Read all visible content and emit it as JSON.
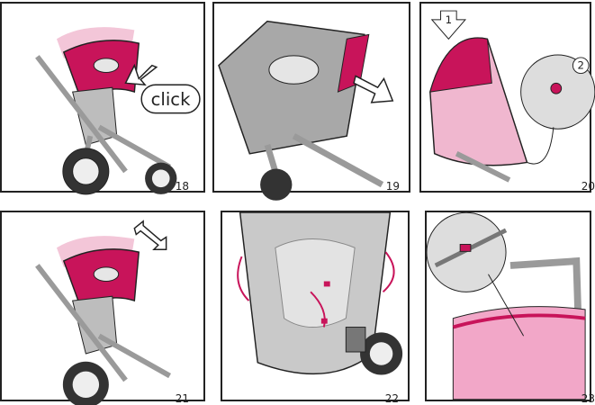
{
  "panels": [
    {
      "number": "18",
      "label": "click"
    },
    {
      "number": "19"
    },
    {
      "number": "20",
      "steps": [
        "1",
        "2"
      ]
    },
    {
      "number": "21"
    },
    {
      "number": "22"
    },
    {
      "number": "23"
    }
  ],
  "colors": {
    "canopy_pink": "#c8145a",
    "canopy_light": "#f0b7cf",
    "frame_gray": "#9a9a9a",
    "seat_gray": "#b8b8b8",
    "line": "#222222"
  }
}
